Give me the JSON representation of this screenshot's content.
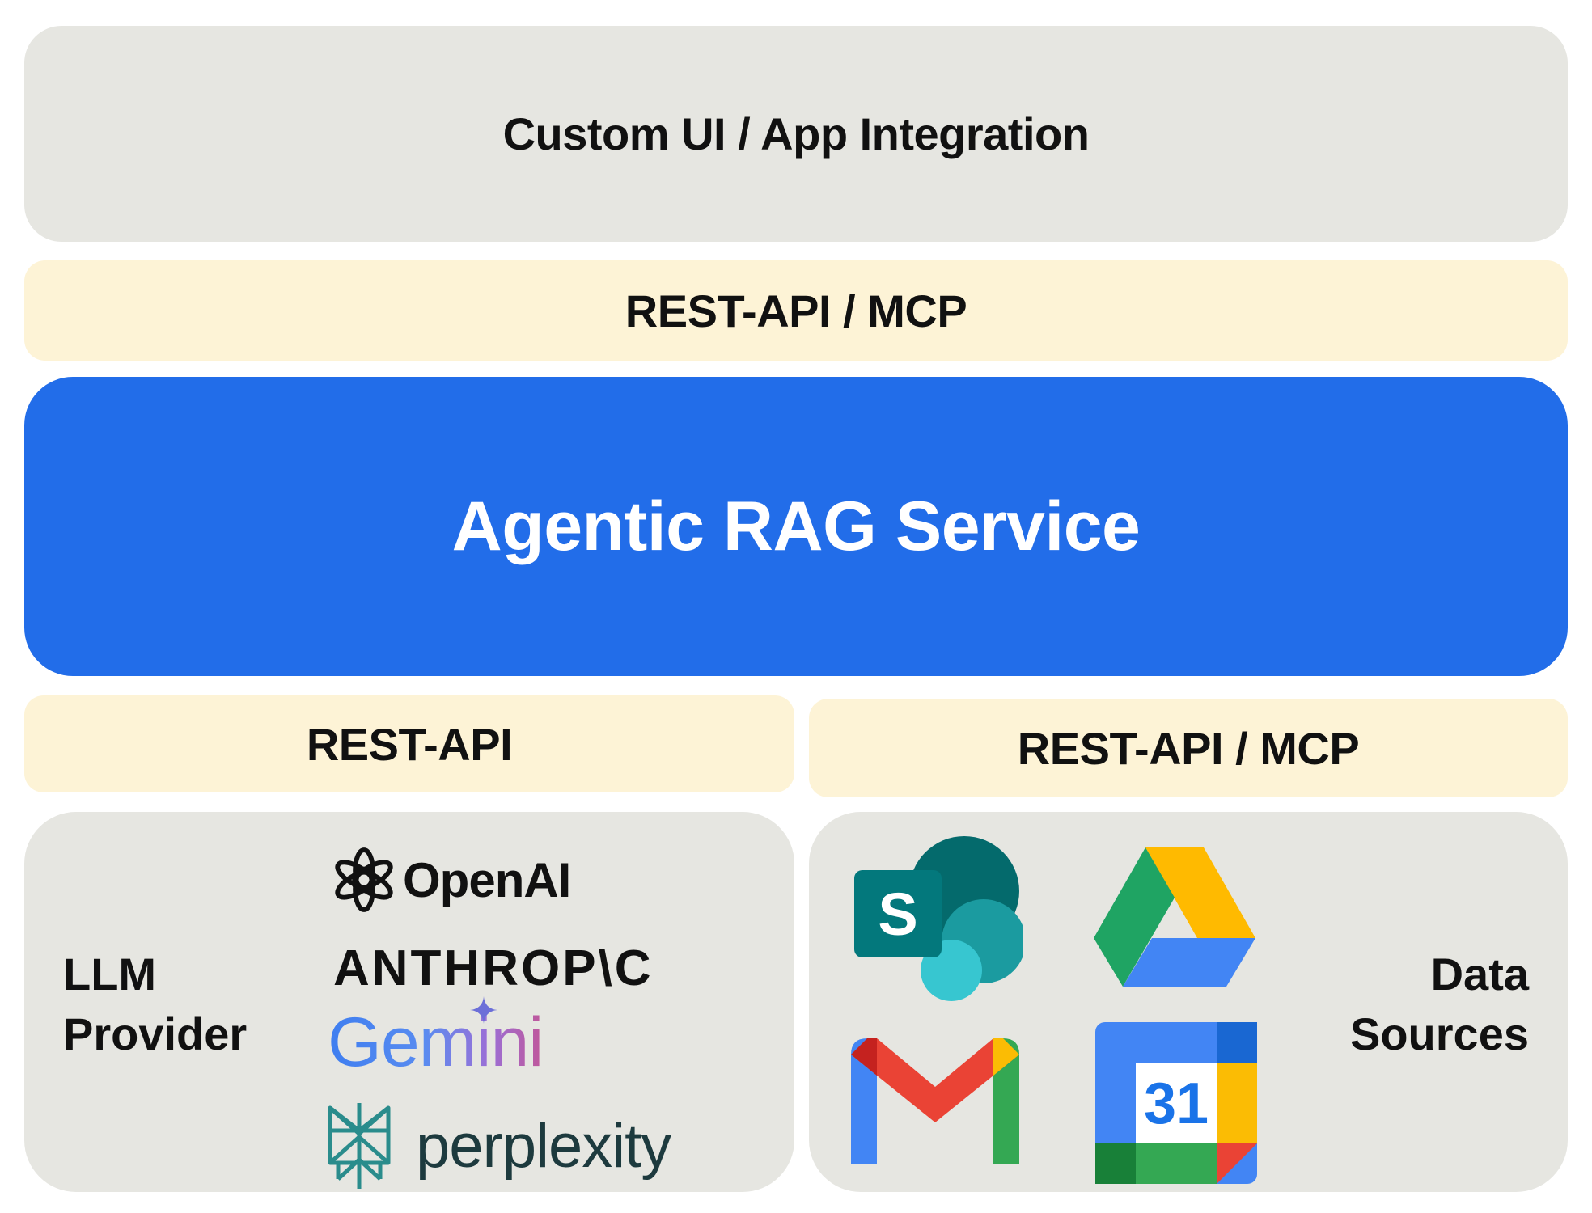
{
  "top_layer": {
    "title": "Custom UI / App Integration"
  },
  "top_interface": {
    "label": "REST-API / MCP"
  },
  "core": {
    "title": "Agentic RAG Service"
  },
  "left_interface": {
    "label": "REST-API"
  },
  "right_interface": {
    "label": "REST-API / MCP"
  },
  "llm_provider": {
    "label_line1": "LLM",
    "label_line2": "Provider",
    "logos": {
      "openai": "OpenAI",
      "anthropic": "ANTHROP\\C",
      "gemini": "Gemini",
      "perplexity": "perplexity"
    }
  },
  "data_sources": {
    "label_line1": "Data",
    "label_line2": "Sources",
    "calendar_day": "31",
    "sharepoint_letter": "S",
    "icons": [
      "sharepoint-icon",
      "google-drive-icon",
      "gmail-icon",
      "google-calendar-icon"
    ]
  },
  "colors": {
    "grey_panel": "#e6e6e1",
    "interface_band": "#fdf3d6",
    "core_blue": "#226de9"
  }
}
